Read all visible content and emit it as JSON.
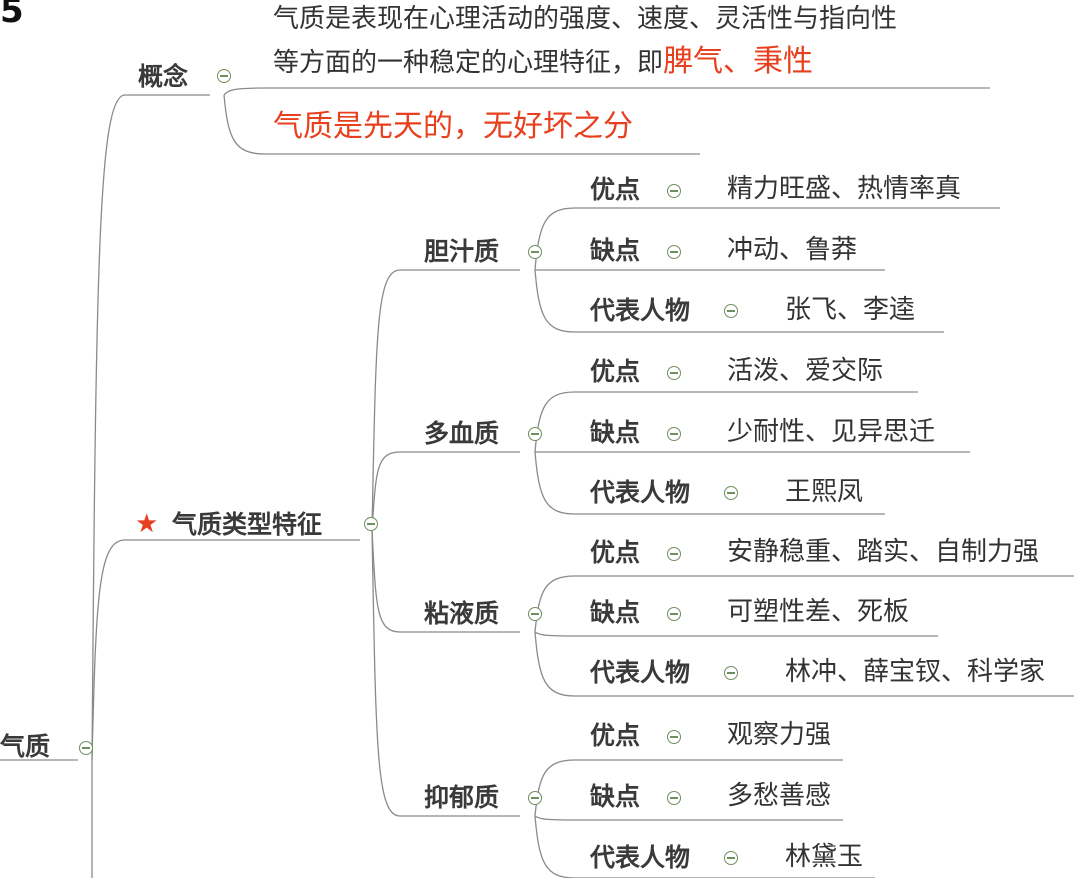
{
  "mindmap": {
    "root": "气质",
    "concept": {
      "label": "概念",
      "line1": "气质是表现在心理活动的强度、速度、灵活性与指向性",
      "line2_prefix": "等方面的一种稳定的心理特征，即",
      "line2_highlight": "脾气、秉性",
      "note": "气质是先天的，无好坏之分"
    },
    "types_branch": {
      "label": "气质类型特征",
      "marker": "star-icon",
      "types": [
        {
          "label": "胆汁质",
          "pros_label": "优点",
          "pros": "精力旺盛、热情率真",
          "cons_label": "缺点",
          "cons": "冲动、鲁莽",
          "people_label": "代表人物",
          "people": "张飞、李逵"
        },
        {
          "label": "多血质",
          "pros_label": "优点",
          "pros": "活泼、爱交际",
          "cons_label": "缺点",
          "cons": "少耐性、见异思迁",
          "people_label": "代表人物",
          "people": "王熙凤"
        },
        {
          "label": "粘液质",
          "pros_label": "优点",
          "pros": "安静稳重、踏实、自制力强",
          "cons_label": "缺点",
          "cons": "可塑性差、死板",
          "people_label": "代表人物",
          "people": "林冲、薛宝钗、科学家"
        },
        {
          "label": "抑郁质",
          "pros_label": "优点",
          "pros": "观察力强",
          "cons_label": "缺点",
          "cons": "多愁善感",
          "people_label": "代表人物",
          "people": "林黛玉"
        }
      ]
    }
  },
  "colors": {
    "accent": "#e8401f",
    "branch": "#8a8a8a",
    "toggle": "#6f8f5f"
  }
}
